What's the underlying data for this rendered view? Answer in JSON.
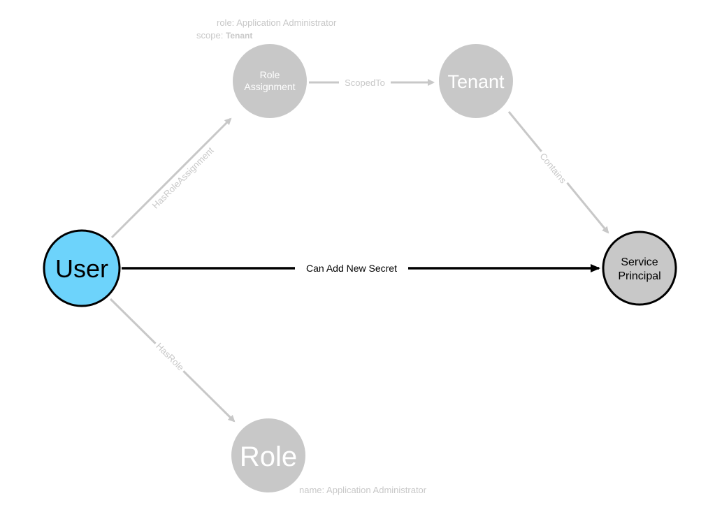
{
  "colors": {
    "faded": "#c8c8c8",
    "user_fill": "#6dd3fb",
    "principal_fill": "#c8c8c8",
    "highlight_edge": "#000000"
  },
  "nodes": {
    "user": "User",
    "role_assignment": [
      "Role",
      "Assignment"
    ],
    "tenant": "Tenant",
    "service_principal": [
      "Service",
      "Principal"
    ],
    "role": "Role"
  },
  "edges": {
    "has_role_assignment": "HasRoleAssignment",
    "scoped_to": "ScopedTo",
    "contains": "Contains",
    "can_add_new_secret": "Can Add New Secret",
    "has_role": "HasRole"
  },
  "properties": {
    "role_assignment_role_key": "role:",
    "role_assignment_role_value": "Application Administrator",
    "role_assignment_scope_key": "scope:",
    "role_assignment_scope_value": "Tenant",
    "role_name_key": "name:",
    "role_name_value": "Application Administrator"
  }
}
